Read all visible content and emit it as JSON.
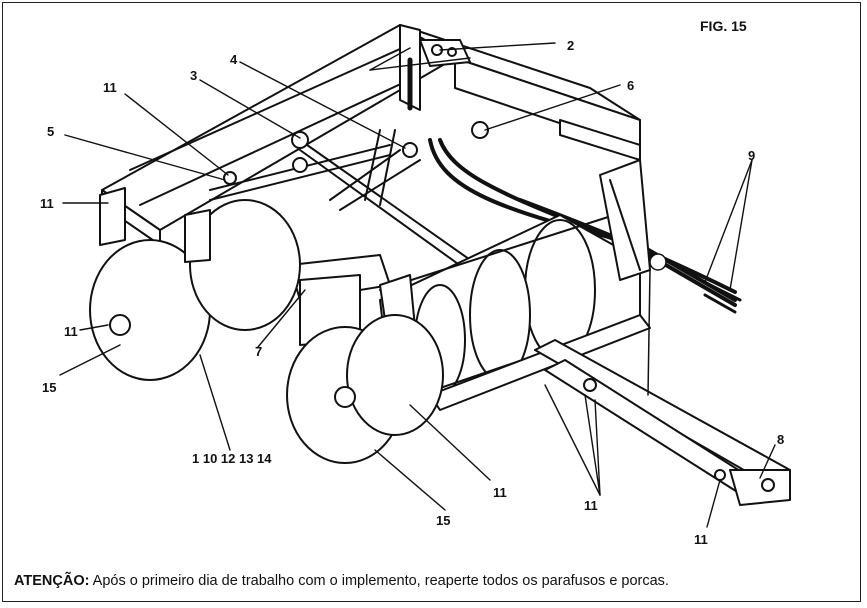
{
  "figure": {
    "label": "FIG. 15"
  },
  "callouts": {
    "c2": "2",
    "c3": "3",
    "c4": "4",
    "c5": "5",
    "c6": "6",
    "c7": "7",
    "c8": "8",
    "c9": "9",
    "c11a": "11",
    "c11b": "11",
    "c11c": "11",
    "c11d": "11",
    "c11e": "11",
    "c11f": "11",
    "c15a": "15",
    "c15b": "15",
    "group": "1 10 12 13 14"
  },
  "note": {
    "label": "ATENÇÃO:",
    "text": " Após o primeiro dia de trabalho com o implemento, reaperte todos os parafusos e porcas."
  }
}
